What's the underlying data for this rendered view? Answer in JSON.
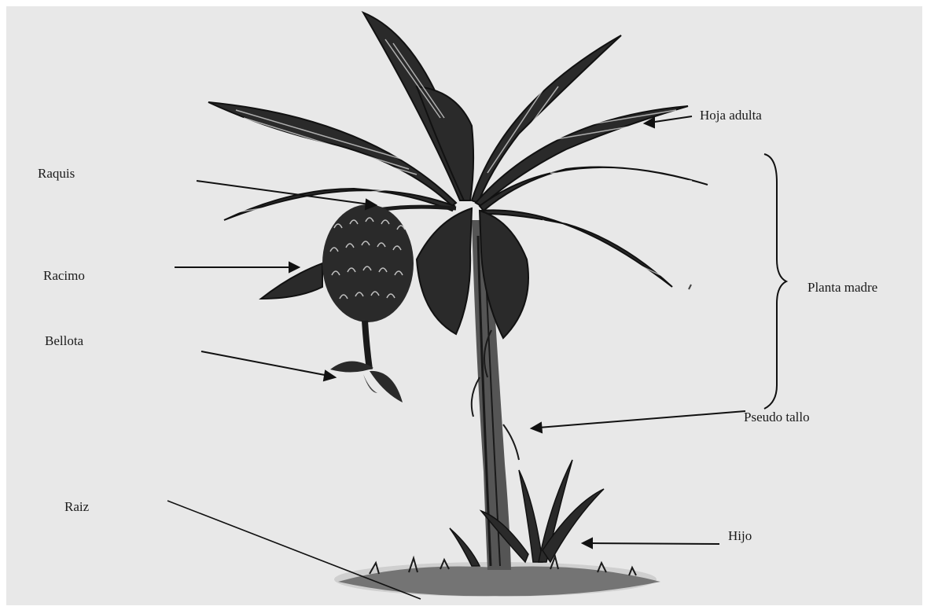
{
  "diagram": {
    "labels": {
      "raquis": "Raquis",
      "racimo": "Racimo",
      "bellota": "Bellota",
      "raiz": "Raiz",
      "hoja_adulta": "Hoja adulta",
      "planta_madre": "Planta madre",
      "pseudo_tallo": "Pseudo tallo",
      "hijo": "Hijo"
    },
    "colors": {
      "background": "#e8e8e8",
      "ink": "#1a1a1a"
    }
  }
}
